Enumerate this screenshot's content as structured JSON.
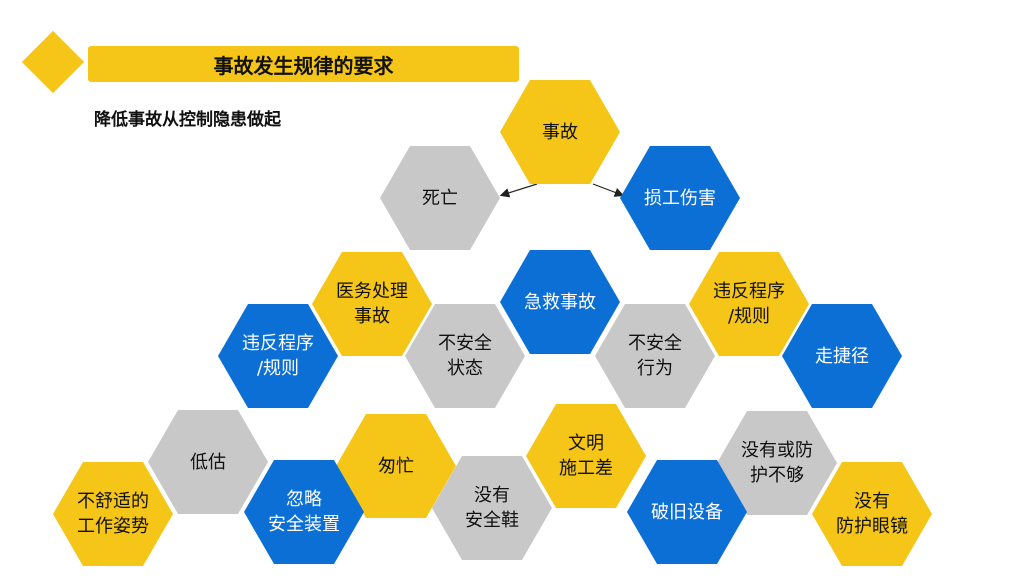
{
  "header": {
    "title": "事故发生规律的要求",
    "subtitle": "降低事故从控制隐患做起"
  },
  "colors": {
    "yellow": "#F5C518",
    "blue": "#0B6FD6",
    "gray": "#C8C8C8"
  },
  "hexagons": [
    {
      "id": "accident",
      "label": "事故",
      "color": "yellow"
    },
    {
      "id": "death",
      "label": "死亡",
      "color": "gray"
    },
    {
      "id": "injury",
      "label": "损工伤害",
      "color": "blue"
    },
    {
      "id": "medical",
      "label": "医务处理\n事故",
      "color": "yellow"
    },
    {
      "id": "first-aid",
      "label": "急救事故",
      "color": "blue"
    },
    {
      "id": "violation-right",
      "label": "违反程序\n/规则",
      "color": "yellow"
    },
    {
      "id": "violation-left",
      "label": "违反程序\n/规则",
      "color": "blue"
    },
    {
      "id": "unsafe-state",
      "label": "不安全\n状态",
      "color": "gray"
    },
    {
      "id": "unsafe-behavior",
      "label": "不安全\n行为",
      "color": "gray"
    },
    {
      "id": "shortcut",
      "label": "走捷径",
      "color": "blue"
    },
    {
      "id": "underestimate",
      "label": "低估",
      "color": "gray"
    },
    {
      "id": "hurry",
      "label": "匆忙",
      "color": "yellow"
    },
    {
      "id": "civilized",
      "label": "文明\n施工差",
      "color": "yellow"
    },
    {
      "id": "no-protection",
      "label": "没有或防\n护不够",
      "color": "gray"
    },
    {
      "id": "uncomfortable",
      "label": "不舒适的\n工作姿势",
      "color": "yellow"
    },
    {
      "id": "ignore-device",
      "label": "忽略\n安全装置",
      "color": "blue"
    },
    {
      "id": "no-shoes",
      "label": "没有\n安全鞋",
      "color": "gray"
    },
    {
      "id": "worn-equipment",
      "label": "破旧设备",
      "color": "blue"
    },
    {
      "id": "no-goggles",
      "label": "没有\n防护眼镜",
      "color": "yellow"
    }
  ]
}
